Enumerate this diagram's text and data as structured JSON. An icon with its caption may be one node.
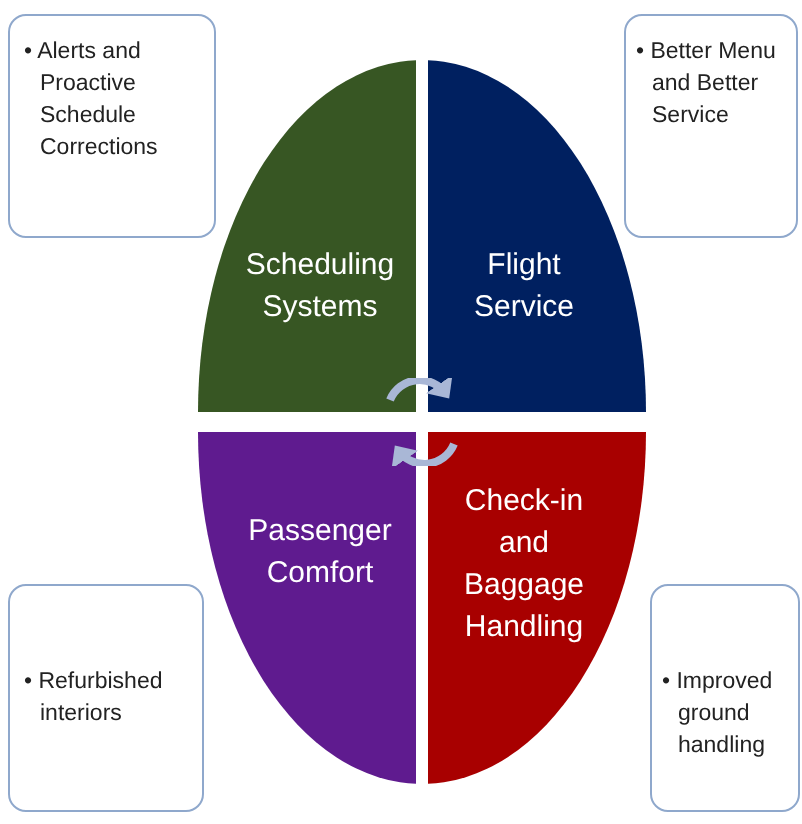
{
  "diagram": {
    "nodes": [
      {
        "text": [
          "• Alerts and Proactive Schedule Corrections"
        ]
      },
      {
        "text": [
          "• Better Menu and Better Service"
        ]
      },
      {
        "text": [
          "Scheduling Systems"
        ]
      },
      {
        "text": [
          "Flight Service"
        ]
      },
      {
        "text": [
          "Passenger Comfort"
        ]
      },
      {
        "text": [
          "Check-in and Baggage Handling"
        ]
      },
      {
        "text": [
          "• Refurbished interiors"
        ]
      },
      {
        "text": [
          "• Improved ground handling"
        ]
      }
    ]
  }
}
